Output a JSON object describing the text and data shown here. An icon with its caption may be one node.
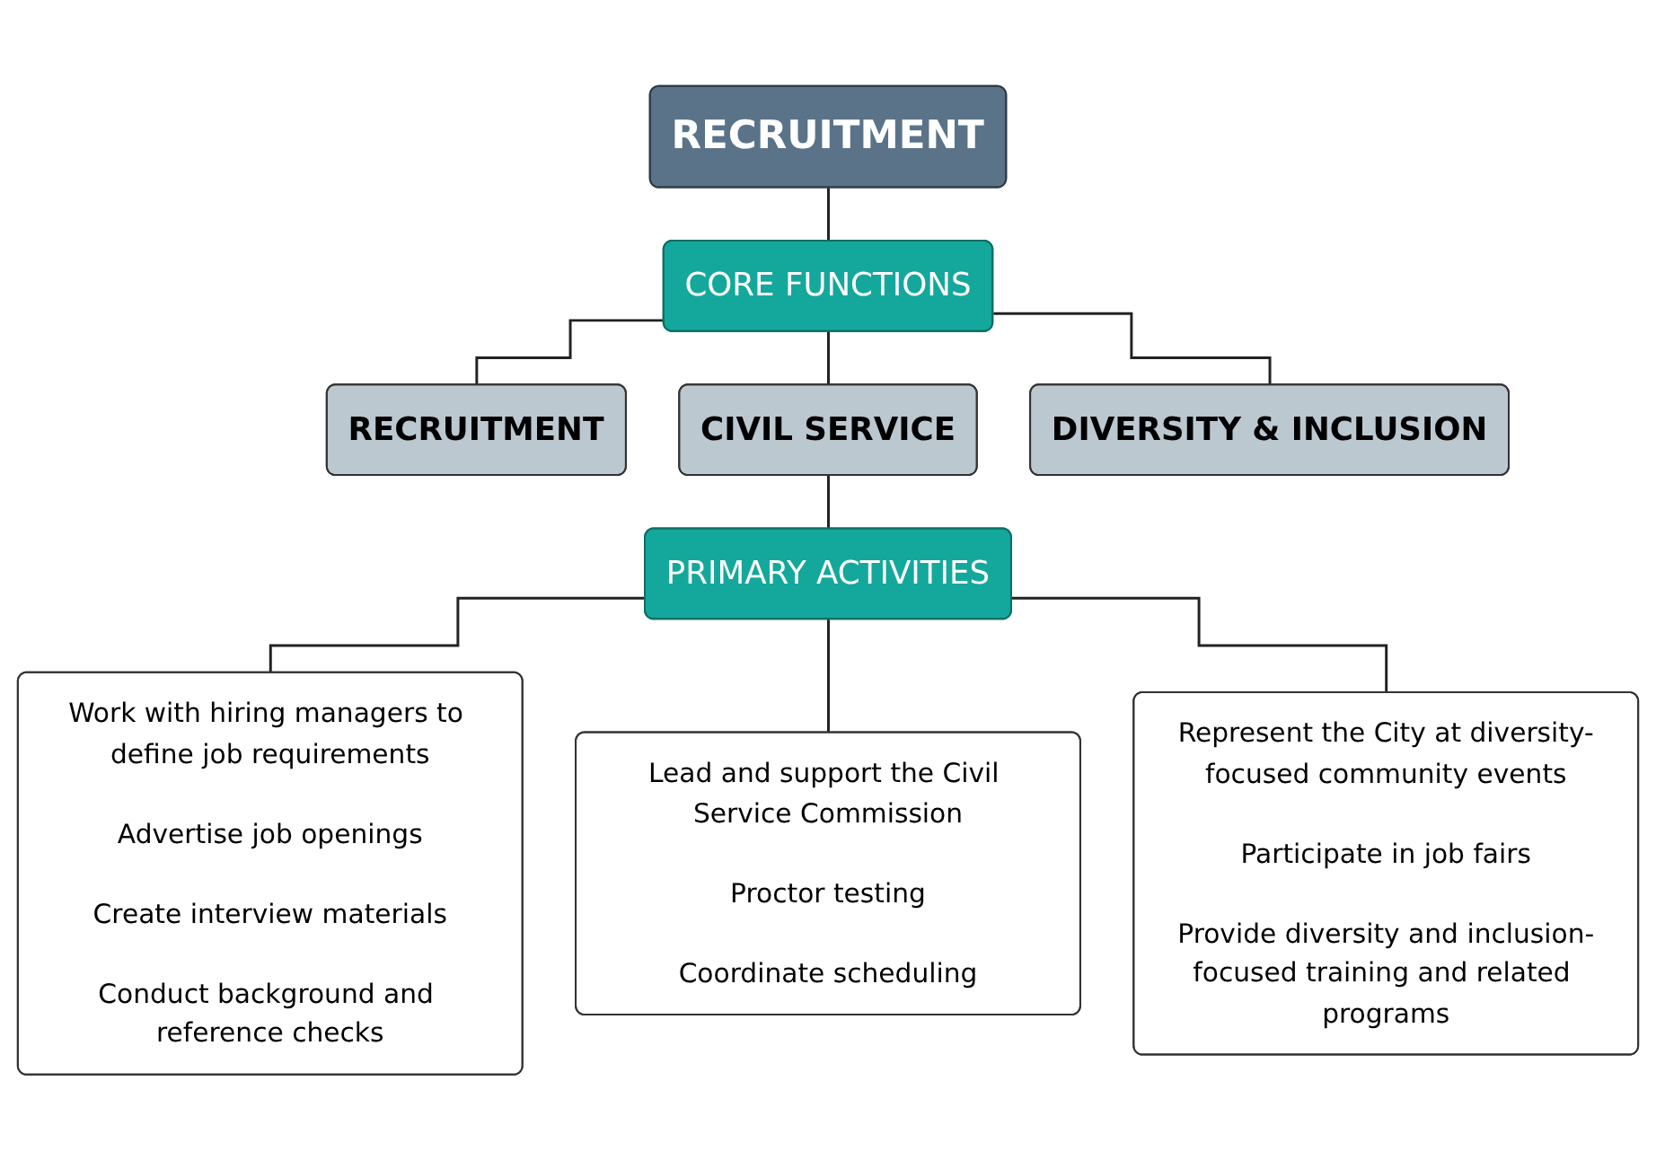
{
  "diagram": {
    "nodes": [
      {
        "text": [
          "RECRUITMENT"
        ]
      },
      {
        "text": [
          "CORE FUNCTIONS"
        ]
      },
      {
        "text": [
          "RECRUITMENT"
        ]
      },
      {
        "text": [
          "CIVIL SERVICE"
        ]
      },
      {
        "text": [
          "DIVERSITY & INCLUSION"
        ]
      },
      {
        "text": [
          "PRIMARY ACTIVITIES"
        ]
      },
      {
        "text": [
          "Work with hiring managers to define job requirements",
          "Advertise job openings",
          "Create interview materials",
          "Conduct background and reference checks"
        ]
      },
      {
        "text": [
          "Lead and support the Civil Service Commission",
          "Proctor testing",
          "Coordinate scheduling"
        ]
      },
      {
        "text": [
          "Represent the City at diversity-focused community events",
          "Participate in job fairs",
          "Provide diversity and inclusion-focused training and related programs"
        ]
      }
    ],
    "edges": [
      {
        "from": 0,
        "to": 1,
        "arrow": "none"
      },
      {
        "from": 1,
        "to": 2,
        "arrow": "none"
      },
      {
        "from": 1,
        "to": 3,
        "arrow": "none"
      },
      {
        "from": 1,
        "to": 4,
        "arrow": "none"
      },
      {
        "from": 3,
        "to": 5,
        "arrow": "none"
      },
      {
        "from": 5,
        "to": 6,
        "arrow": "none"
      },
      {
        "from": 5,
        "to": 7,
        "arrow": "none"
      },
      {
        "from": 5,
        "to": 8,
        "arrow": "none"
      }
    ]
  }
}
